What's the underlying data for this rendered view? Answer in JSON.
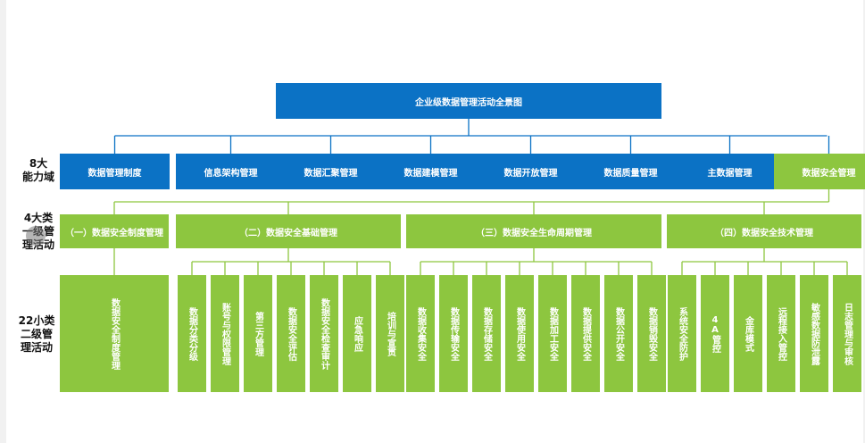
{
  "root": {
    "label": "企业级数据管理活动全景图"
  },
  "side_labels": {
    "level1": "8大\n能力域",
    "level2": "4大类\n一级管\n理活动",
    "level3": "22小类\n二级管\n理活动"
  },
  "domains": [
    "数据管理制度",
    "信息架构管理",
    "数据汇聚管理",
    "数据建模管理",
    "数据开放管理",
    "数据质量管理",
    "主数据管理",
    "数据安全管理"
  ],
  "categories": [
    {
      "label": "（一）数据安全制度管理",
      "children": [
        "数据安全制度管理"
      ]
    },
    {
      "label": "（二）数据安全基础管理",
      "children": [
        "数据分类分级",
        "账号与权限管理",
        "第三方管理",
        "数据安全评估",
        "数据安全检查审计",
        "应急响应",
        "培训与宣贯"
      ]
    },
    {
      "label": "（三）数据安全生命周期管理",
      "children": [
        "数据收集安全",
        "数据传输安全",
        "数据存储安全",
        "数据使用安全",
        "数据加工安全",
        "数据提供安全",
        "数据公开安全",
        "数据销毁安全"
      ]
    },
    {
      "label": "（四）数据安全技术管理",
      "children": [
        "系统安全防护",
        "4A管控",
        "金库模式",
        "远程接入管控",
        "敏感数据防泄露",
        "日志管理与审核"
      ]
    }
  ],
  "colors": {
    "blue": "#0b72c5",
    "green": "#8dc63f",
    "line_blue": "#0b72c5",
    "line_green": "#8dc63f"
  }
}
